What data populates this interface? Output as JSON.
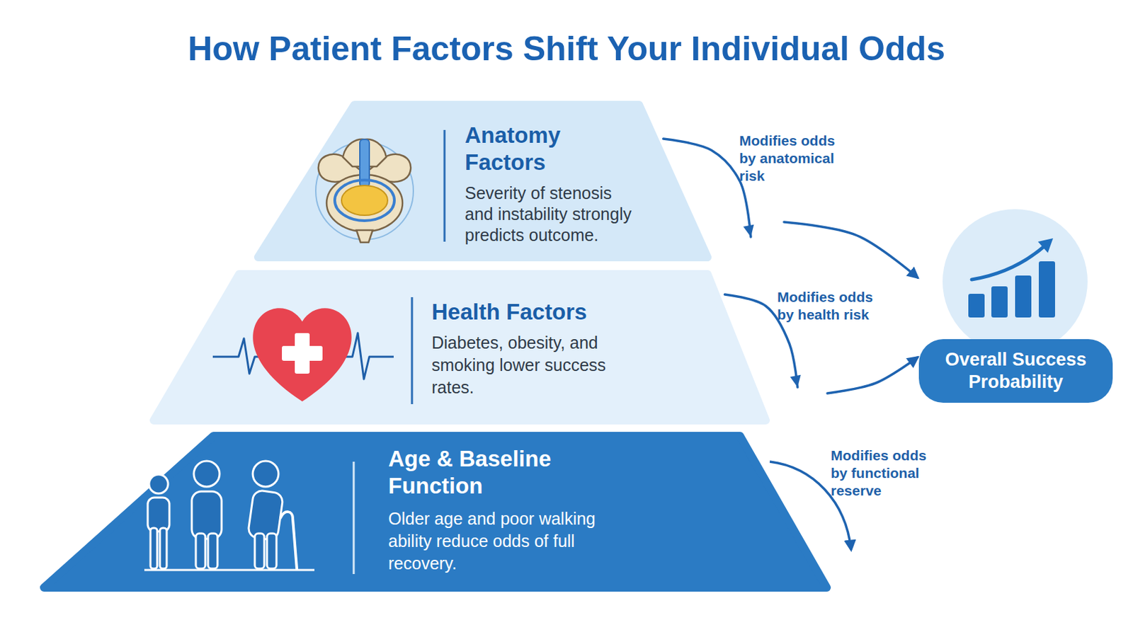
{
  "diagram": {
    "title": "How Patient Factors Shift Your Individual Odds",
    "nodes": [
      {
        "text": [
          "Anatomy Factors",
          "Severity of stenosis and instability strongly predicts outcome."
        ]
      },
      {
        "text": [
          "Health Factors",
          "Diabetes, obesity, and smoking lower success rates."
        ]
      },
      {
        "text": [
          "Age & Baseline Function",
          "Older age and poor walking ability reduce odds of full recovery."
        ]
      },
      {
        "text": [
          "Overall Success Probability"
        ]
      }
    ],
    "edges": [
      {
        "from": 0,
        "to": 3,
        "arrow": "to",
        "label": "Modifies odds by anatomical risk"
      },
      {
        "from": 1,
        "to": 3,
        "arrow": "to",
        "label": "Modifies odds by health risk"
      }
    ],
    "labels": [
      "Modifies odds by functional reserve"
    ]
  }
}
